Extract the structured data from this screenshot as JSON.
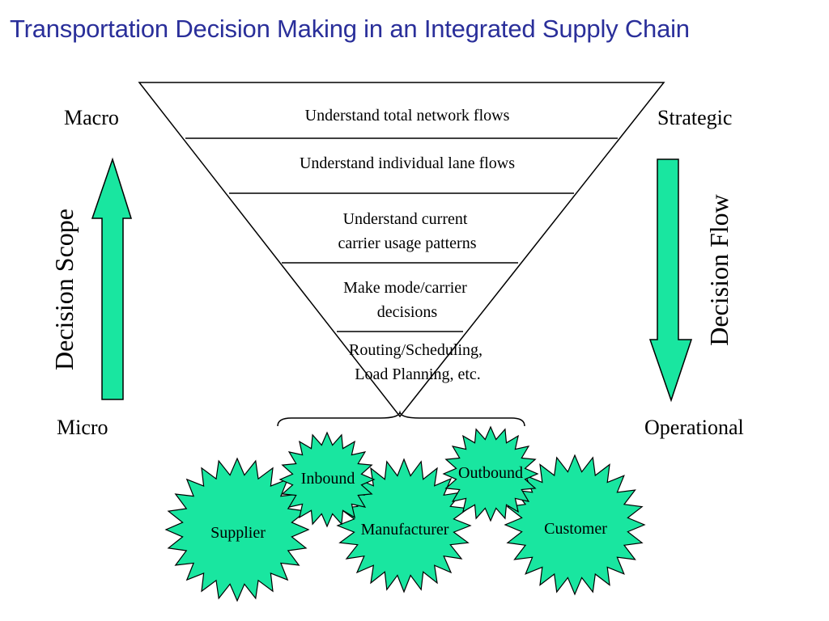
{
  "title": "Transportation Decision Making in an Integrated Supply Chain",
  "labels": {
    "macro": "Macro",
    "micro": "Micro",
    "strategic": "Strategic",
    "operational": "Operational",
    "decision_scope": "Decision Scope",
    "decision_flow": "Decision Flow"
  },
  "levels": {
    "l1": [
      "Understand total network flows"
    ],
    "l2": [
      "Understand individual lane flows"
    ],
    "l3": [
      "Understand current",
      "carrier usage patterns"
    ],
    "l4": [
      "Make mode/carrier",
      "decisions"
    ],
    "l5": [
      "Routing/Scheduling,",
      "Load Planning, etc."
    ]
  },
  "entities": {
    "supplier": "Supplier",
    "inbound": "Inbound",
    "manufacturer": "Manufacturer",
    "outbound": "Outbound",
    "customer": "Customer"
  },
  "colors": {
    "title": "#2a2f9a",
    "accent_fill": "#19e6a0",
    "outline": "#000000"
  }
}
